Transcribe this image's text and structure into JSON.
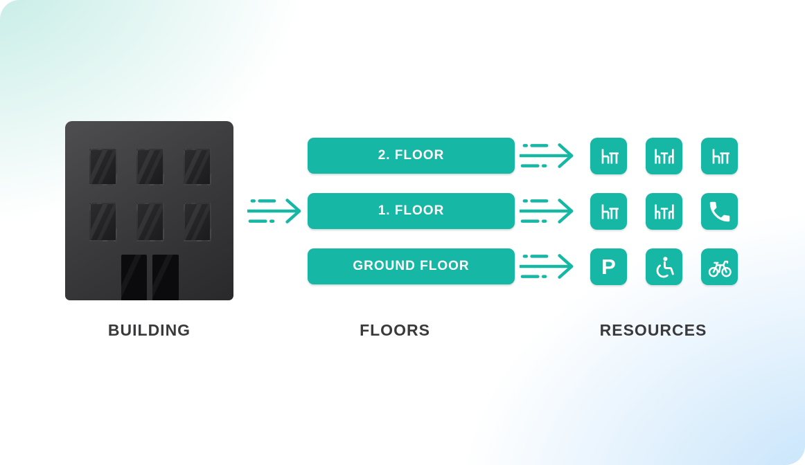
{
  "palette": {
    "teal": "#17B7A6",
    "label_color": "#3A3A3C",
    "building_dark": "#39393B",
    "card_top_left_tint": "#CDECE6",
    "card_bottom_right_tint": "#D4EAFB"
  },
  "labels": {
    "building": "BUILDING",
    "floors": "FLOORS",
    "resources": "RESOURCES"
  },
  "floors": {
    "items": [
      {
        "label": "2. FLOOR"
      },
      {
        "label": "1. FLOOR"
      },
      {
        "label": "GROUND FLOOR"
      }
    ]
  },
  "resources": {
    "parking_letter": "P",
    "rows": [
      {
        "floor": "2. FLOOR",
        "icons": [
          "desk-icon",
          "meeting-table-icon",
          "desk-icon"
        ]
      },
      {
        "floor": "1. FLOOR",
        "icons": [
          "desk-icon",
          "meeting-table-icon",
          "phone-icon"
        ]
      },
      {
        "floor": "GROUND FLOOR",
        "icons": [
          "parking-icon",
          "wheelchair-icon",
          "bicycle-icon"
        ]
      }
    ]
  }
}
